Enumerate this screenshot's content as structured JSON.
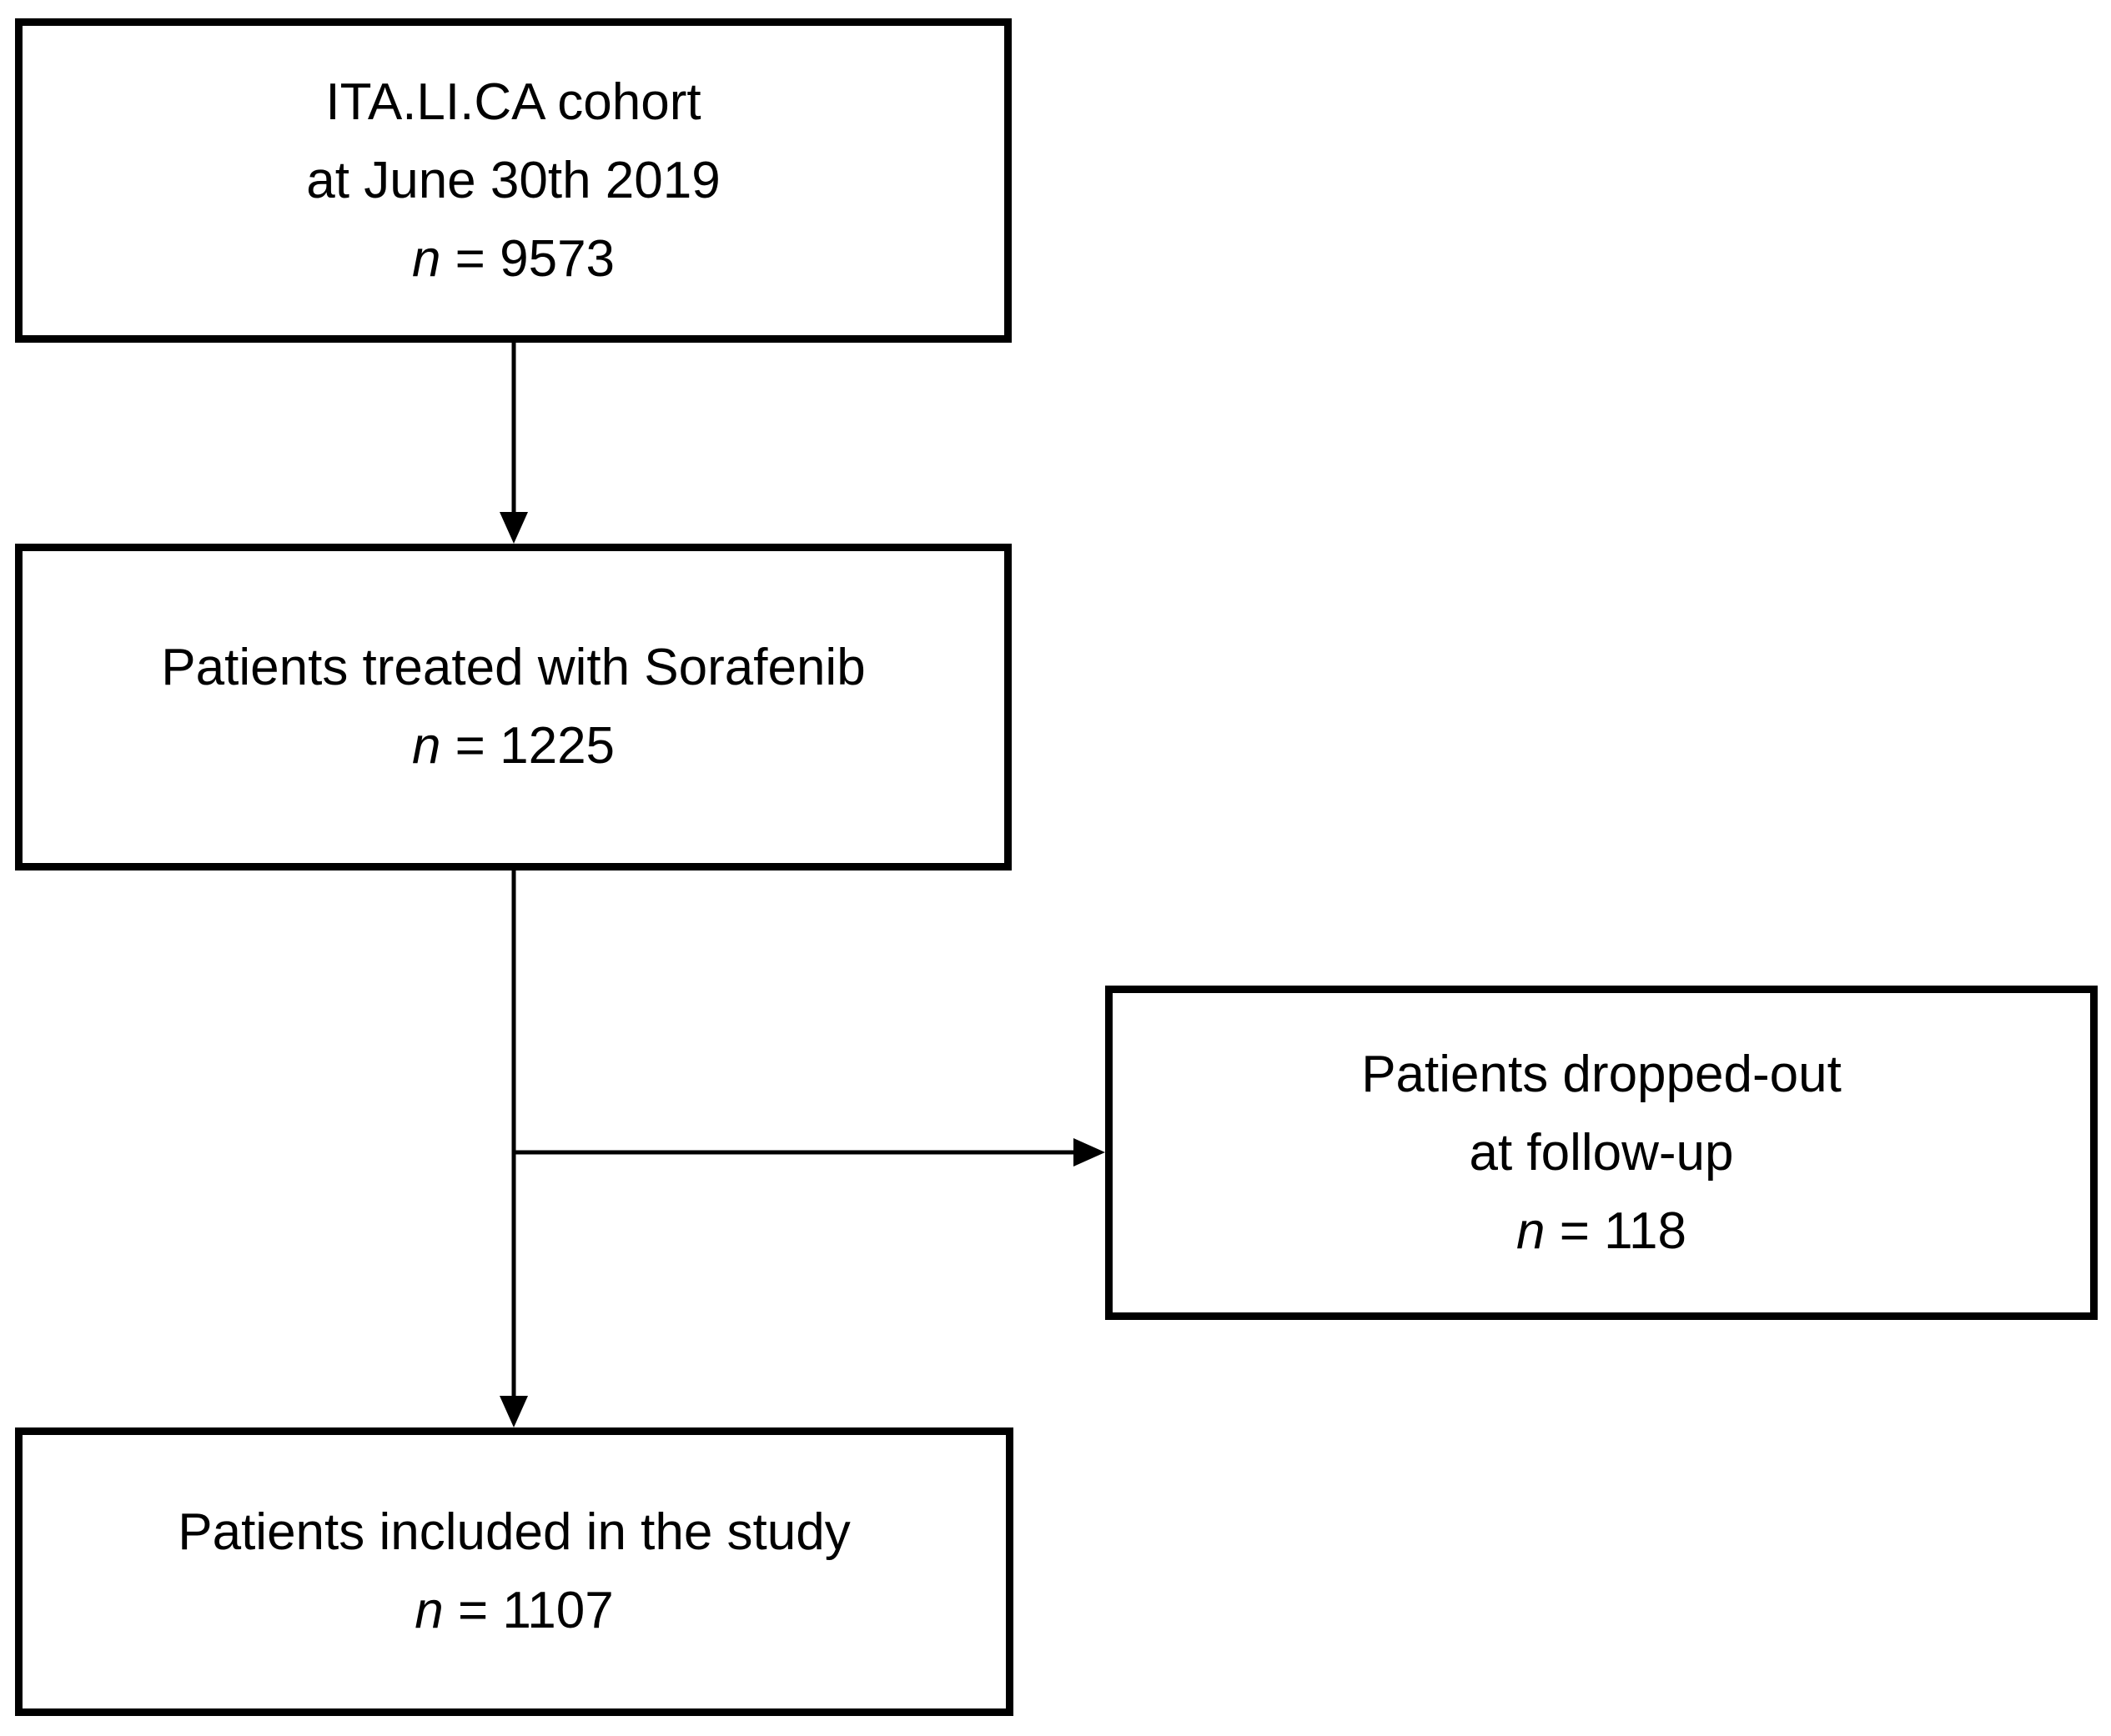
{
  "figure": {
    "background_color": "#ffffff",
    "line_color": "#000000",
    "boxes": {
      "cohort": {
        "line1": "ITA.LI.CA cohort",
        "line2": "at June 30th 2019",
        "n_symbol": "n",
        "n_value": "= 9573"
      },
      "sorafenib": {
        "line1": "Patients treated with Sorafenib",
        "n_symbol": "n",
        "n_value": "= 1225"
      },
      "dropout": {
        "line1": "Patients dropped-out",
        "line2": "at follow-up",
        "n_symbol": "n",
        "n_value": "= 118"
      },
      "included": {
        "line1": "Patients included in the study",
        "n_symbol": "n",
        "n_value": "= 1107"
      }
    },
    "edges": [
      {
        "from": "cohort",
        "to": "sorafenib"
      },
      {
        "from": "sorafenib",
        "to": "included"
      },
      {
        "from": "sorafenib",
        "to": "dropout"
      }
    ]
  }
}
